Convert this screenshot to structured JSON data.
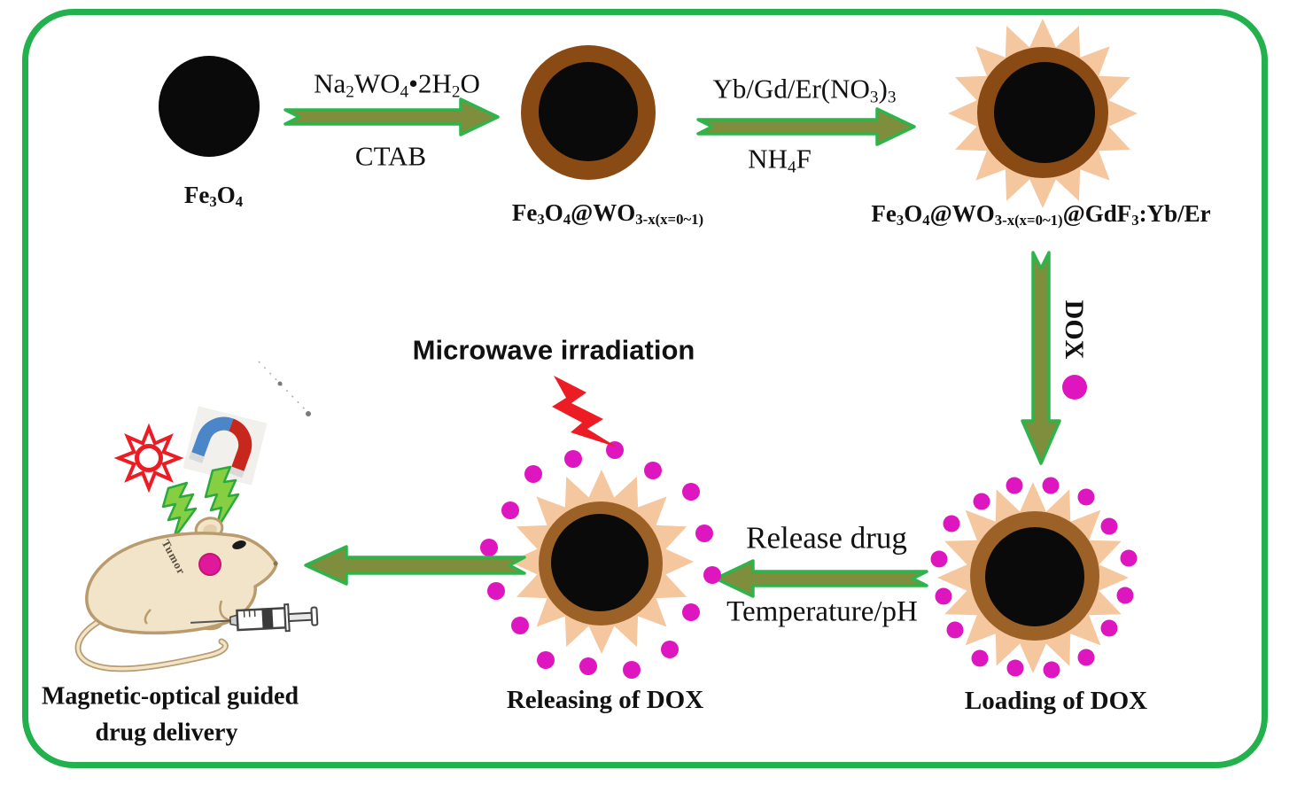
{
  "figure": {
    "type": "synthesis-and-drug-delivery-schematic",
    "border_color": "#22B14C"
  },
  "top_row": {
    "particle1": {
      "label": "Fe_{3}O_{4}"
    },
    "arrow1": {
      "label_top": "Na_{2}WO_{4}•2H_{2}O",
      "label_bottom": "CTAB"
    },
    "particle2": {
      "label": "Fe_{3}O_{4}@WO_{3-x(x=0~1)}"
    },
    "arrow2": {
      "label_top": "Yb/Gd/Er(NO_{3})_{3}",
      "label_bottom": "NH_{4}F"
    },
    "particle3": {
      "label": "Fe_{3}O_{4}@WO_{3-x(x=0~1)}@GdF_{3}:Yb/Er"
    }
  },
  "right_column": {
    "dox_arrow_label": "DOX"
  },
  "bottom_row": {
    "loading": {
      "label": "Loading of DOX"
    },
    "release_arrow": {
      "label_top": "Release drug",
      "label_bottom": "Temperature/pH"
    },
    "releasing": {
      "label": "Releasing of DOX",
      "annotation": "Microwave irradiation"
    },
    "delivery": {
      "tumor_label": "Tumor",
      "caption_line1": "Magnetic-optical guided",
      "caption_line2": "drug delivery"
    }
  },
  "colors": {
    "frame_green": "#22B14C",
    "arrow_fill_olive": "#7E8E3C",
    "arrow_outline_green": "#2DB44B",
    "particle_core_black": "#0A0A0A",
    "shell_brown_top": "#8A4A14",
    "shell_brown_bottom": "#9C6126",
    "starburst_peach": "#F5C79E",
    "dox_magenta": "#DE16C0",
    "microwave_bolt_red": "#EC1C24",
    "mouse_body": "#F2E4C9",
    "magnet_blue": "#4A86C8",
    "magnet_red": "#C8271D"
  }
}
